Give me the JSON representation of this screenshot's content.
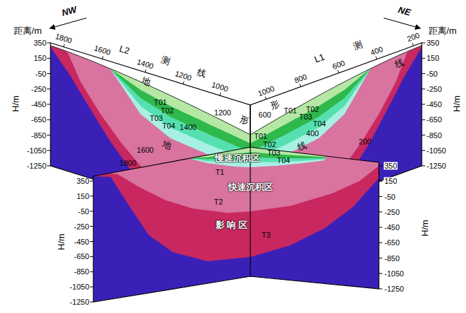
{
  "diagram": {
    "labels": [
      "距离/m",
      "NW",
      "L2",
      "测",
      "线",
      "NE",
      "距离/m",
      "L1",
      "测",
      "线",
      "1800",
      "1600",
      "1400",
      "1200",
      "1000",
      "1000",
      "800",
      "600",
      "400",
      "200",
      "H/m",
      "350",
      "150",
      "-50",
      "-250",
      "-450",
      "-650",
      "-850",
      "-1050",
      "-1250",
      "H/m",
      "350",
      "150",
      "-50",
      "-250",
      "-450",
      "-650",
      "-850",
      "-1050",
      "-1250",
      "地",
      "T01",
      "T02",
      "T03",
      "T04",
      "1200",
      "形",
      "1400",
      "形",
      "600",
      "T01",
      "T02",
      "T03",
      "T04",
      "400",
      "200",
      "1600",
      "地",
      "线",
      "1800",
      "T01",
      "T02",
      "T03",
      "T04",
      "慢速沉积区",
      "T1",
      "快速沉积区",
      "T2",
      "影 响 区",
      "T3",
      "H/m",
      "350",
      "150",
      "-50",
      "-250",
      "-450",
      "-650",
      "-850",
      "-1050",
      "-1250",
      "H/m",
      "350",
      "150",
      "-50",
      "-250",
      "-450",
      "-650",
      "-850",
      "-1050",
      "-1250"
    ]
  }
}
